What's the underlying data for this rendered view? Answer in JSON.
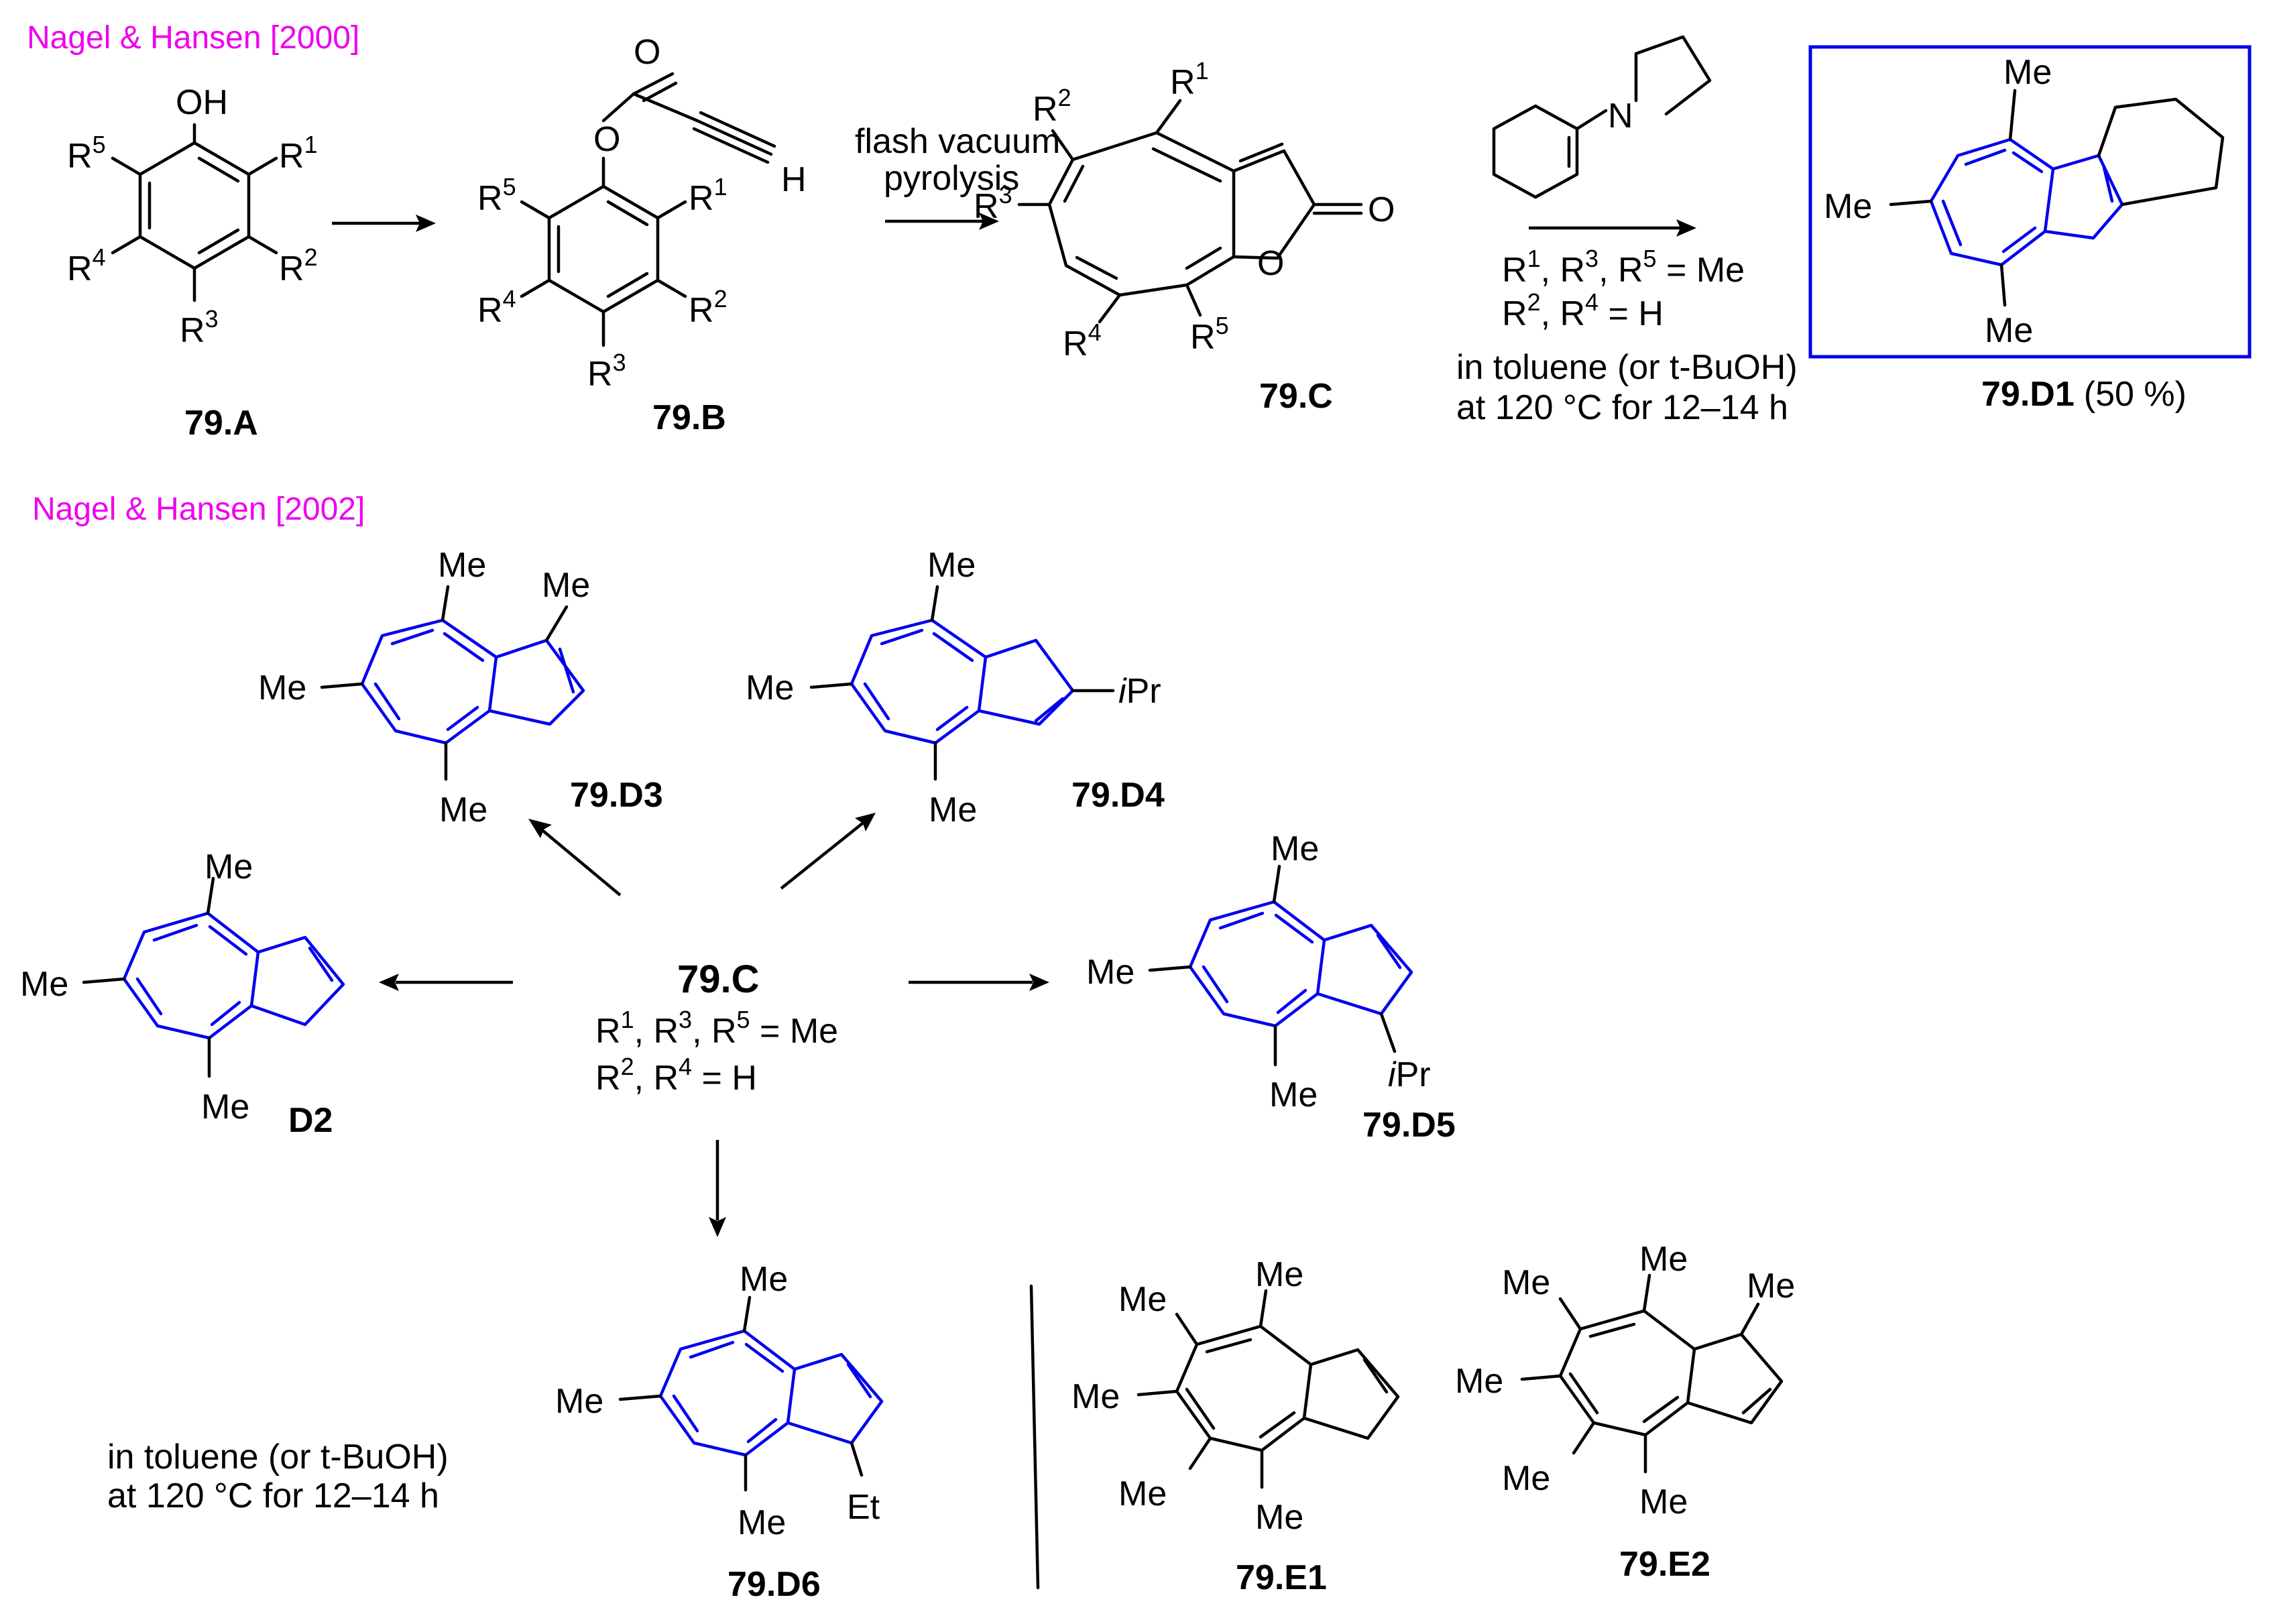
{
  "citations": {
    "top": "Nagel & Hansen [2000]",
    "bottom": "Nagel & Hansen [2002]"
  },
  "top_scheme": {
    "cmpd_79A": {
      "id": "79.A",
      "oh": "OH",
      "r1": "R",
      "r1_sup": "1",
      "r2": "R",
      "r2_sup": "2",
      "r3": "R",
      "r3_sup": "3",
      "r4": "R",
      "r4_sup": "4",
      "r5": "R",
      "r5_sup": "5"
    },
    "cmpd_79B": {
      "id": "79.B",
      "o_ether": "O",
      "o_carbonyl": "O",
      "h": "H",
      "r1": "R",
      "r1_sup": "1",
      "r2": "R",
      "r2_sup": "2",
      "r3": "R",
      "r3_sup": "3",
      "r4": "R",
      "r4_sup": "4",
      "r5": "R",
      "r5_sup": "5"
    },
    "step2_line1": "flash vacuum",
    "step2_line2": "pyrolysis",
    "cmpd_79C": {
      "id": "79.C",
      "o_ring": "O",
      "o_carbonyl": "O",
      "r1": "R",
      "r1_sup": "1",
      "r2": "R",
      "r2_sup": "2",
      "r3": "R",
      "r3_sup": "3",
      "r4": "R",
      "r4_sup": "4",
      "r5": "R",
      "r5_sup": "5"
    },
    "reagent_n": "N",
    "cond_line1_parts": [
      "R",
      "1",
      ", R",
      "3",
      ", R",
      "5",
      " = Me"
    ],
    "cond_line2_parts": [
      "R",
      "2",
      ", R",
      "4",
      " = H"
    ],
    "cond_line3": "in toluene (or t-BuOH)",
    "cond_line4": "at 120 °C for 12–14 h",
    "cmpd_79D1": {
      "id": "79.D1",
      "yield": "(50 %)",
      "me_top": "Me",
      "me_left": "Me",
      "me_bottom": "Me"
    }
  },
  "bottom_scheme": {
    "center_id": "79.C",
    "center_line1_parts": [
      "R",
      "1",
      ", R",
      "3",
      ", R",
      "5",
      " = Me"
    ],
    "center_line2_parts": [
      "R",
      "2",
      ", R",
      "4",
      " = H"
    ],
    "cmpd_D3": {
      "id": "79.D3",
      "me_top": "Me",
      "me_c1": "Me",
      "me_left": "Me",
      "me_bottom": "Me"
    },
    "cmpd_D4": {
      "id": "79.D4",
      "me_top": "Me",
      "ipr_i": "i",
      "ipr_pr": "Pr",
      "me_left": "Me",
      "me_bottom": "Me"
    },
    "cmpd_D2": {
      "id": "D2",
      "me_top": "Me",
      "me_left": "Me",
      "me_bottom": "Me"
    },
    "cmpd_D5": {
      "id": "79.D5",
      "me_top": "Me",
      "me_left": "Me",
      "me_bottom": "Me",
      "ipr_i": "i",
      "ipr_pr": "Pr"
    },
    "cmpd_D6": {
      "id": "79.D6",
      "me_top": "Me",
      "me_left": "Me",
      "me_bottom": "Me",
      "et": "Et"
    },
    "cmpd_E1": {
      "id": "79.E1",
      "me1": "Me",
      "me2": "Me",
      "me3": "Me",
      "me4": "Me",
      "me5": "Me"
    },
    "cmpd_E2": {
      "id": "79.E2",
      "me1": "Me",
      "me2": "Me",
      "me3": "Me",
      "me4": "Me",
      "me5": "Me",
      "me6": "Me"
    },
    "cond_line1": "in toluene (or t-BuOH)",
    "cond_line2": "at 120 °C for 12–14 h"
  },
  "colors": {
    "citation": "#ee00ee",
    "azulene_bonds": "#0000ee",
    "highlight_box": "#0000ee"
  }
}
